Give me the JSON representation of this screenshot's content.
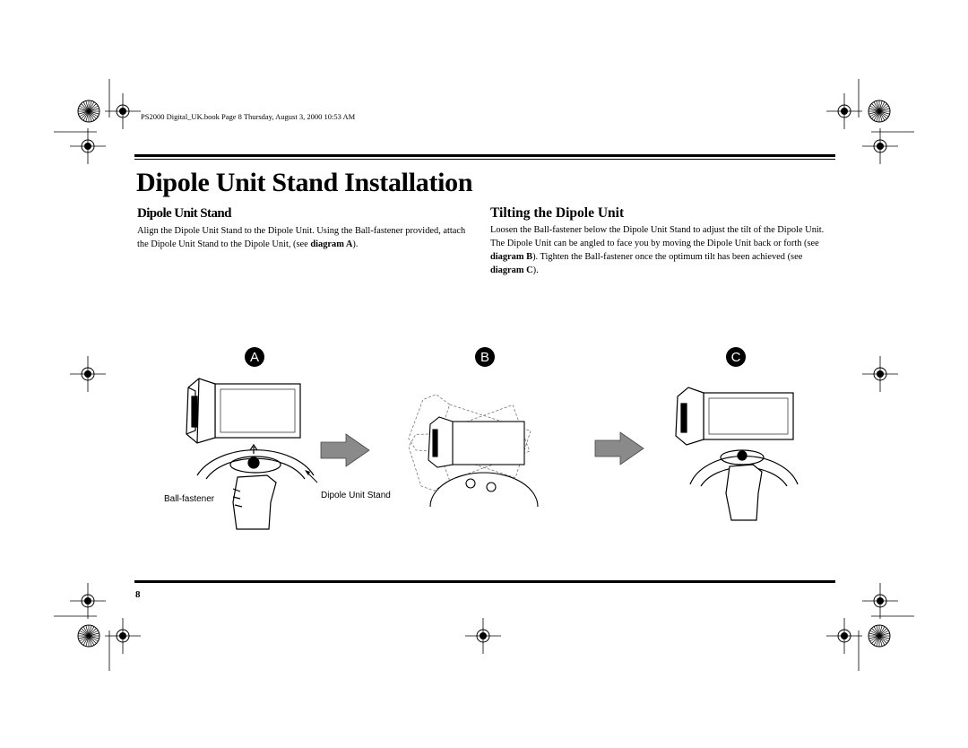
{
  "header": {
    "print_line": "PS2000 Digital_UK.book  Page 8  Thursday, August 3, 2000  10:53 AM"
  },
  "page": {
    "title": "Dipole Unit Stand Installation",
    "number": "8"
  },
  "left_section": {
    "heading": "Dipole Unit Stand",
    "text_1": "Align the Dipole Unit Stand to the Dipole Unit. Using the Ball-fastener provided, attach the Dipole Unit Stand to the Dipole Unit, (see ",
    "ref_a": "diagram A",
    "text_2": ")."
  },
  "right_section": {
    "heading": "Tilting the Dipole Unit",
    "text_1": "Loosen the Ball-fastener below the Dipole Unit Stand to adjust the tilt of the Dipole Unit. The Dipole Unit can be angled to face you by moving the Dipole Unit back or forth (see ",
    "ref_b": "diagram B",
    "text_2": "). Tighten the Ball-fastener once the optimum tilt has been achieved (see ",
    "ref_c": "diagram C",
    "text_3": ")."
  },
  "diagrams": {
    "badge_a": "A",
    "badge_b": "B",
    "badge_c": "C",
    "label_ball_fastener": "Ball-fastener",
    "label_dipole_stand": "Dipole Unit Stand"
  },
  "icons": [
    "registration-mark-icon",
    "starburst-target-icon",
    "arrow-right-icon",
    "hand-icon"
  ],
  "colors": {
    "ink": "#000000",
    "arrow_fill": "#8a8a8a",
    "page": "#ffffff"
  }
}
